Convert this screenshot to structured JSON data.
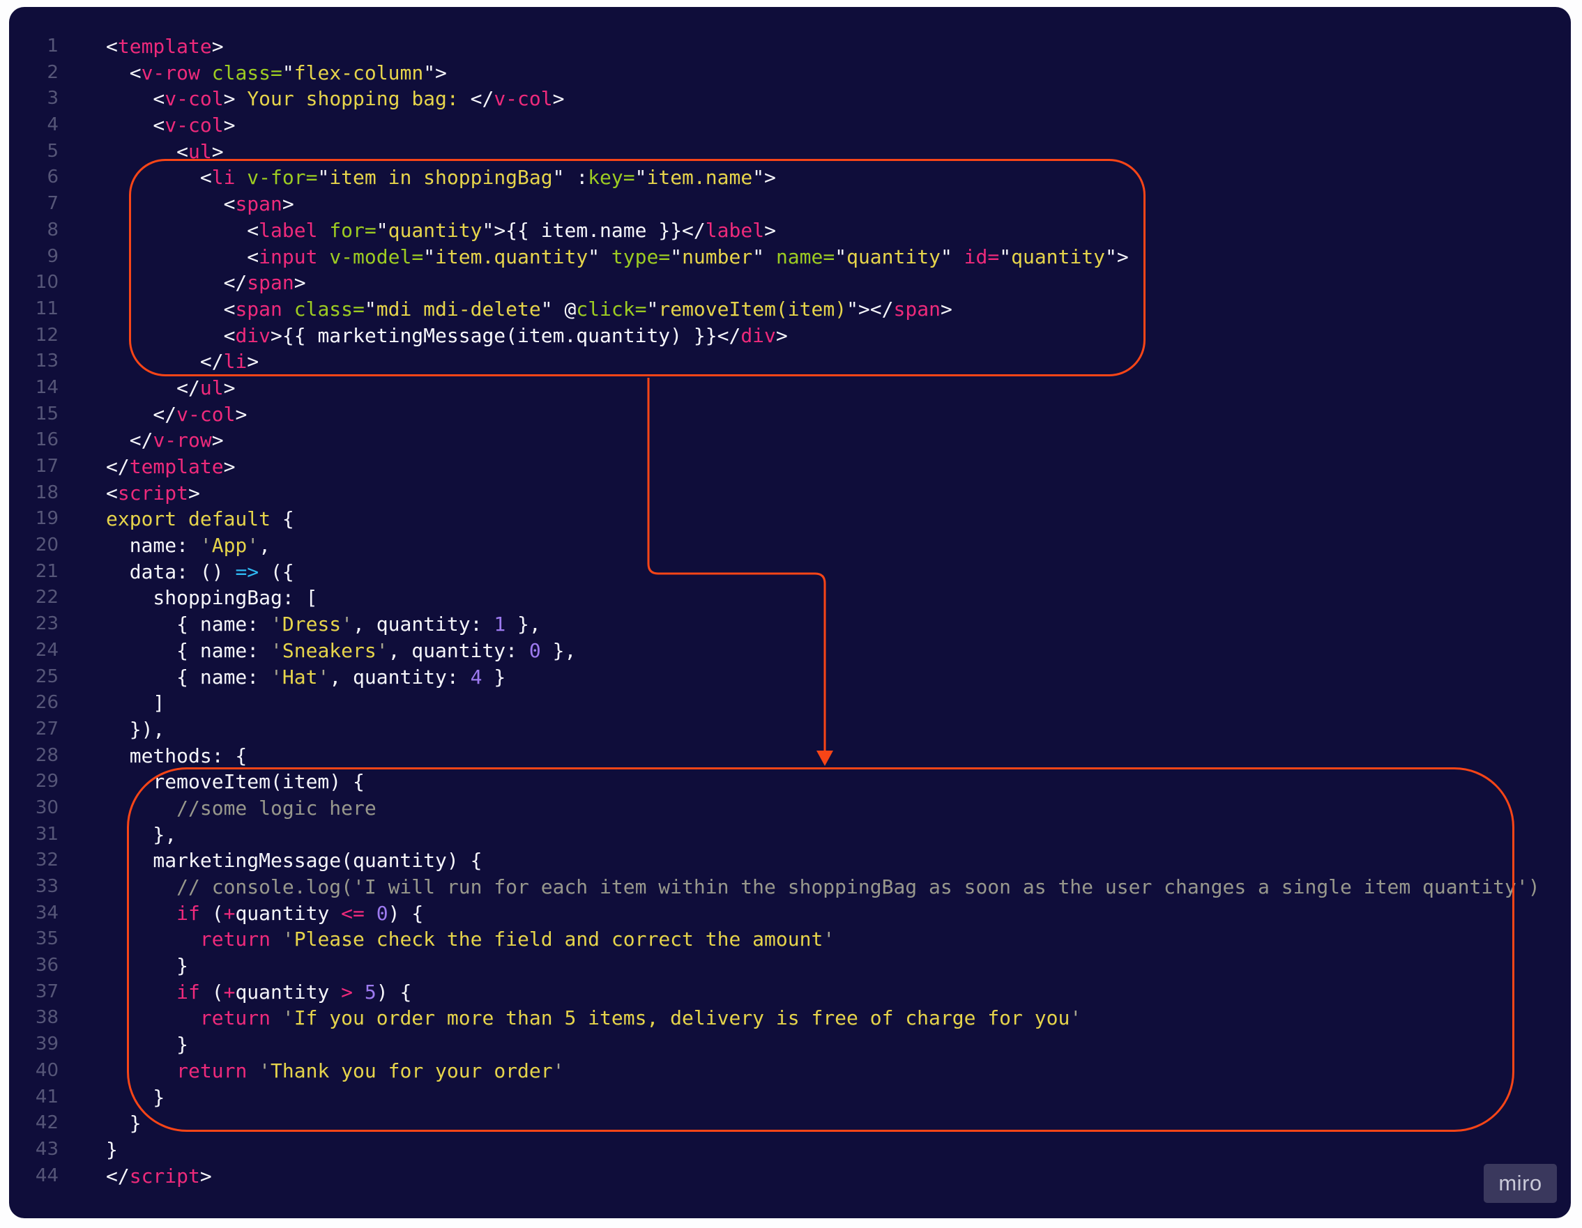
{
  "palette": {
    "page_bg": "#fdfdfe",
    "panel_bg": "#0f0d3a",
    "line_number": "#565678",
    "white": "#f5f5fa",
    "pink": "#ee2a7b",
    "green": "#9dcc22",
    "yellow": "#e6d44b",
    "quote": "#a8a68f",
    "purple": "#9d7af0",
    "cyan": "#2fb9f2",
    "comment": "#98988c",
    "annotation": "#f84517",
    "watermark_text": "#c9c9d8"
  },
  "watermark": {
    "label": "miro"
  },
  "editor": {
    "language": "vue",
    "lines": [
      {
        "n": 1,
        "tokens": [
          [
            "w",
            "<"
          ],
          [
            "p",
            "template"
          ],
          [
            "w",
            ">"
          ]
        ]
      },
      {
        "n": 2,
        "tokens": [
          [
            "w",
            "  <"
          ],
          [
            "p",
            "v-row"
          ],
          [
            "w",
            " "
          ],
          [
            "g",
            "class="
          ],
          [
            "w",
            "\""
          ],
          [
            "y",
            "flex-column"
          ],
          [
            "w",
            "\">"
          ]
        ]
      },
      {
        "n": 3,
        "tokens": [
          [
            "w",
            "    <"
          ],
          [
            "p",
            "v-col"
          ],
          [
            "w",
            "> "
          ],
          [
            "y",
            "Your shopping bag: "
          ],
          [
            "w",
            "</"
          ],
          [
            "p",
            "v-col"
          ],
          [
            "w",
            ">"
          ]
        ]
      },
      {
        "n": 4,
        "tokens": [
          [
            "w",
            "    <"
          ],
          [
            "p",
            "v-col"
          ],
          [
            "w",
            ">"
          ]
        ]
      },
      {
        "n": 5,
        "tokens": [
          [
            "w",
            "      <"
          ],
          [
            "p",
            "ul"
          ],
          [
            "w",
            ">"
          ]
        ]
      },
      {
        "n": 6,
        "tokens": [
          [
            "w",
            "        <"
          ],
          [
            "p",
            "li"
          ],
          [
            "w",
            " "
          ],
          [
            "g",
            "v-for="
          ],
          [
            "w",
            "\""
          ],
          [
            "y",
            "item in shoppingBag"
          ],
          [
            "w",
            "\" :"
          ],
          [
            "g",
            "key="
          ],
          [
            "w",
            "\""
          ],
          [
            "y",
            "item.name"
          ],
          [
            "w",
            "\">"
          ]
        ]
      },
      {
        "n": 7,
        "tokens": [
          [
            "w",
            "          <"
          ],
          [
            "p",
            "span"
          ],
          [
            "w",
            ">"
          ]
        ]
      },
      {
        "n": 8,
        "tokens": [
          [
            "w",
            "            <"
          ],
          [
            "p",
            "label"
          ],
          [
            "w",
            " "
          ],
          [
            "g",
            "for="
          ],
          [
            "w",
            "\""
          ],
          [
            "y",
            "quantity"
          ],
          [
            "w",
            "\">{{ item.name }}</"
          ],
          [
            "p",
            "label"
          ],
          [
            "w",
            ">"
          ]
        ]
      },
      {
        "n": 9,
        "tokens": [
          [
            "w",
            "            <"
          ],
          [
            "p",
            "input"
          ],
          [
            "w",
            " "
          ],
          [
            "g",
            "v-model="
          ],
          [
            "w",
            "\""
          ],
          [
            "y",
            "item.quantity"
          ],
          [
            "w",
            "\" "
          ],
          [
            "g",
            "type="
          ],
          [
            "w",
            "\""
          ],
          [
            "y",
            "number"
          ],
          [
            "w",
            "\" "
          ],
          [
            "g",
            "name="
          ],
          [
            "w",
            "\""
          ],
          [
            "y",
            "quantity"
          ],
          [
            "w",
            "\" "
          ],
          [
            "p",
            "id="
          ],
          [
            "w",
            "\""
          ],
          [
            "y",
            "quantity"
          ],
          [
            "w",
            "\">"
          ]
        ]
      },
      {
        "n": 10,
        "tokens": [
          [
            "w",
            "          </"
          ],
          [
            "p",
            "span"
          ],
          [
            "w",
            ">"
          ]
        ]
      },
      {
        "n": 11,
        "tokens": [
          [
            "w",
            "          <"
          ],
          [
            "p",
            "span"
          ],
          [
            "w",
            " "
          ],
          [
            "g",
            "class="
          ],
          [
            "w",
            "\""
          ],
          [
            "y",
            "mdi mdi-delete"
          ],
          [
            "w",
            "\" @"
          ],
          [
            "g",
            "click="
          ],
          [
            "w",
            "\""
          ],
          [
            "y",
            "removeItem(item)"
          ],
          [
            "w",
            "\"></"
          ],
          [
            "p",
            "span"
          ],
          [
            "w",
            ">"
          ]
        ]
      },
      {
        "n": 12,
        "tokens": [
          [
            "w",
            "          <"
          ],
          [
            "p",
            "div"
          ],
          [
            "w",
            ">{{ marketingMessage(item.quantity) }}</"
          ],
          [
            "p",
            "div"
          ],
          [
            "w",
            ">"
          ]
        ]
      },
      {
        "n": 13,
        "tokens": [
          [
            "w",
            "        </"
          ],
          [
            "p",
            "li"
          ],
          [
            "w",
            ">"
          ]
        ]
      },
      {
        "n": 14,
        "tokens": [
          [
            "w",
            "      </"
          ],
          [
            "p",
            "ul"
          ],
          [
            "w",
            ">"
          ]
        ]
      },
      {
        "n": 15,
        "tokens": [
          [
            "w",
            "    </"
          ],
          [
            "p",
            "v-col"
          ],
          [
            "w",
            ">"
          ]
        ]
      },
      {
        "n": 16,
        "tokens": [
          [
            "w",
            "  </"
          ],
          [
            "p",
            "v-row"
          ],
          [
            "w",
            ">"
          ]
        ]
      },
      {
        "n": 17,
        "tokens": [
          [
            "w",
            "</"
          ],
          [
            "p",
            "template"
          ],
          [
            "w",
            ">"
          ]
        ]
      },
      {
        "n": 18,
        "tokens": [
          [
            "w",
            "<"
          ],
          [
            "p",
            "script"
          ],
          [
            "w",
            ">"
          ]
        ]
      },
      {
        "n": 19,
        "tokens": [
          [
            "y",
            "export default"
          ],
          [
            "w",
            " {"
          ]
        ]
      },
      {
        "n": 20,
        "tokens": [
          [
            "w",
            "  name: "
          ],
          [
            "q",
            "'"
          ],
          [
            "y",
            "App"
          ],
          [
            "q",
            "'"
          ],
          [
            "w",
            ","
          ]
        ]
      },
      {
        "n": 21,
        "tokens": [
          [
            "w",
            "  data: () "
          ],
          [
            "c",
            "=>"
          ],
          [
            "w",
            " ({"
          ]
        ]
      },
      {
        "n": 22,
        "tokens": [
          [
            "w",
            "    shoppingBag: ["
          ]
        ]
      },
      {
        "n": 23,
        "tokens": [
          [
            "w",
            "      { name: "
          ],
          [
            "q",
            "'"
          ],
          [
            "y",
            "Dress"
          ],
          [
            "q",
            "'"
          ],
          [
            "w",
            ", quantity: "
          ],
          [
            "n",
            "1"
          ],
          [
            "w",
            " },"
          ]
        ]
      },
      {
        "n": 24,
        "tokens": [
          [
            "w",
            "      { name: "
          ],
          [
            "q",
            "'"
          ],
          [
            "y",
            "Sneakers"
          ],
          [
            "q",
            "'"
          ],
          [
            "w",
            ", quantity: "
          ],
          [
            "n",
            "0"
          ],
          [
            "w",
            " },"
          ]
        ]
      },
      {
        "n": 25,
        "tokens": [
          [
            "w",
            "      { name: "
          ],
          [
            "q",
            "'"
          ],
          [
            "y",
            "Hat"
          ],
          [
            "q",
            "'"
          ],
          [
            "w",
            ", quantity: "
          ],
          [
            "n",
            "4"
          ],
          [
            "w",
            " }"
          ]
        ]
      },
      {
        "n": 26,
        "tokens": [
          [
            "w",
            "    ]"
          ]
        ]
      },
      {
        "n": 27,
        "tokens": [
          [
            "w",
            "  }),"
          ]
        ]
      },
      {
        "n": 28,
        "tokens": [
          [
            "w",
            "  methods: {"
          ]
        ]
      },
      {
        "n": 29,
        "tokens": [
          [
            "w",
            "    removeItem(item) {"
          ]
        ]
      },
      {
        "n": 30,
        "tokens": [
          [
            "cm",
            "      //some logic here"
          ]
        ]
      },
      {
        "n": 31,
        "tokens": [
          [
            "w",
            "    },"
          ]
        ]
      },
      {
        "n": 32,
        "tokens": [
          [
            "w",
            "    marketingMessage(quantity) {"
          ]
        ]
      },
      {
        "n": 33,
        "tokens": [
          [
            "cm",
            "      // console.log('I will run for each item within the shoppingBag as soon as the user changes a single item quantity')"
          ]
        ]
      },
      {
        "n": 34,
        "tokens": [
          [
            "w",
            "      "
          ],
          [
            "p",
            "if"
          ],
          [
            "w",
            " ("
          ],
          [
            "p",
            "+"
          ],
          [
            "w",
            "quantity "
          ],
          [
            "p",
            "<="
          ],
          [
            "w",
            " "
          ],
          [
            "n",
            "0"
          ],
          [
            "w",
            ") {"
          ]
        ]
      },
      {
        "n": 35,
        "tokens": [
          [
            "w",
            "        "
          ],
          [
            "p",
            "return"
          ],
          [
            "w",
            " "
          ],
          [
            "q",
            "'"
          ],
          [
            "y",
            "Please check the field and correct the amount"
          ],
          [
            "q",
            "'"
          ]
        ]
      },
      {
        "n": 36,
        "tokens": [
          [
            "w",
            "      }"
          ]
        ]
      },
      {
        "n": 37,
        "tokens": [
          [
            "w",
            "      "
          ],
          [
            "p",
            "if"
          ],
          [
            "w",
            " ("
          ],
          [
            "p",
            "+"
          ],
          [
            "w",
            "quantity "
          ],
          [
            "p",
            ">"
          ],
          [
            "w",
            " "
          ],
          [
            "n",
            "5"
          ],
          [
            "w",
            ") {"
          ]
        ]
      },
      {
        "n": 38,
        "tokens": [
          [
            "w",
            "        "
          ],
          [
            "p",
            "return"
          ],
          [
            "w",
            " "
          ],
          [
            "q",
            "'"
          ],
          [
            "y",
            "If you order more than 5 items, delivery is free of charge for you"
          ],
          [
            "q",
            "'"
          ]
        ]
      },
      {
        "n": 39,
        "tokens": [
          [
            "w",
            "      }"
          ]
        ]
      },
      {
        "n": 40,
        "tokens": [
          [
            "w",
            "      "
          ],
          [
            "p",
            "return"
          ],
          [
            "w",
            " "
          ],
          [
            "q",
            "'"
          ],
          [
            "y",
            "Thank you for your order"
          ],
          [
            "q",
            "'"
          ]
        ]
      },
      {
        "n": 41,
        "tokens": [
          [
            "w",
            "    }"
          ]
        ]
      },
      {
        "n": 42,
        "tokens": [
          [
            "w",
            "  }"
          ]
        ]
      },
      {
        "n": 43,
        "tokens": [
          [
            "w",
            "}"
          ]
        ]
      },
      {
        "n": 44,
        "tokens": [
          [
            "w",
            "</"
          ],
          [
            "p",
            "script"
          ],
          [
            "w",
            ">"
          ]
        ]
      }
    ]
  }
}
